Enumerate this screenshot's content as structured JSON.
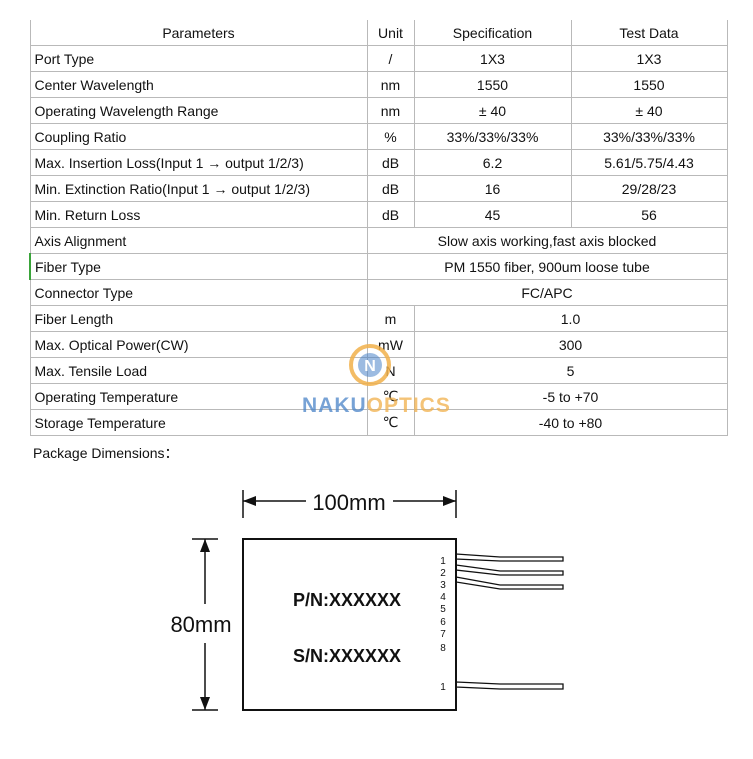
{
  "table": {
    "headers": [
      "Parameters",
      "Unit",
      "Specification",
      "Test Data"
    ],
    "rows": [
      {
        "param": "Port Type",
        "unit": "/",
        "spec": "1X3",
        "test": "1X3"
      },
      {
        "param": "Center Wavelength",
        "unit": "nm",
        "spec": "1550",
        "test": "1550"
      },
      {
        "param": "Operating Wavelength Range",
        "unit": "nm",
        "spec": "± 40",
        "test": "± 40"
      },
      {
        "param": "Coupling Ratio",
        "unit": "%",
        "spec": "33%/33%/33%",
        "test": "33%/33%/33%"
      },
      {
        "param": "Max. Insertion Loss(Input 1 → output 1/2/3)",
        "unit": "dB",
        "spec": "6.2",
        "test": "5.61/5.75/4.43"
      },
      {
        "param": "Min. Extinction Ratio(Input 1 → output 1/2/3)",
        "unit": "dB",
        "spec": "16",
        "test": "29/28/23"
      },
      {
        "param": "Min. Return Loss",
        "unit": "dB",
        "spec": "45",
        "test": "56"
      },
      {
        "param": "Axis Alignment",
        "unit": "",
        "merged": "Slow axis working,fast axis blocked"
      },
      {
        "param": "Fiber Type",
        "unit": "",
        "merged": "PM 1550 fiber, 900um loose tube"
      },
      {
        "param": "Connector Type",
        "unit": "",
        "merged": "FC/APC"
      },
      {
        "param": "Fiber Length",
        "unit": "m",
        "value": "1.0"
      },
      {
        "param": "Max. Optical Power(CW)",
        "unit": "mW",
        "value": "300"
      },
      {
        "param": "Max. Tensile Load",
        "unit": "N",
        "value": "5"
      },
      {
        "param": "Operating Temperature",
        "unit": "℃",
        "value": "-5 to +70"
      },
      {
        "param": "Storage Temperature",
        "unit": "℃",
        "value": "-40 to +80"
      }
    ]
  },
  "package_label": "Package Dimensions：",
  "watermark": {
    "part1": "NAKU",
    "part2": "OPTICS",
    "logo_letter": "N"
  },
  "drawing": {
    "width_label": "100mm",
    "height_label": "80mm",
    "pn_label": "P/N:XXXXXX",
    "sn_label": "S/N:XXXXXX",
    "right_pins": [
      "1",
      "2",
      "3",
      "4",
      "5",
      "6",
      "7",
      "8"
    ],
    "left_pin": "1"
  }
}
